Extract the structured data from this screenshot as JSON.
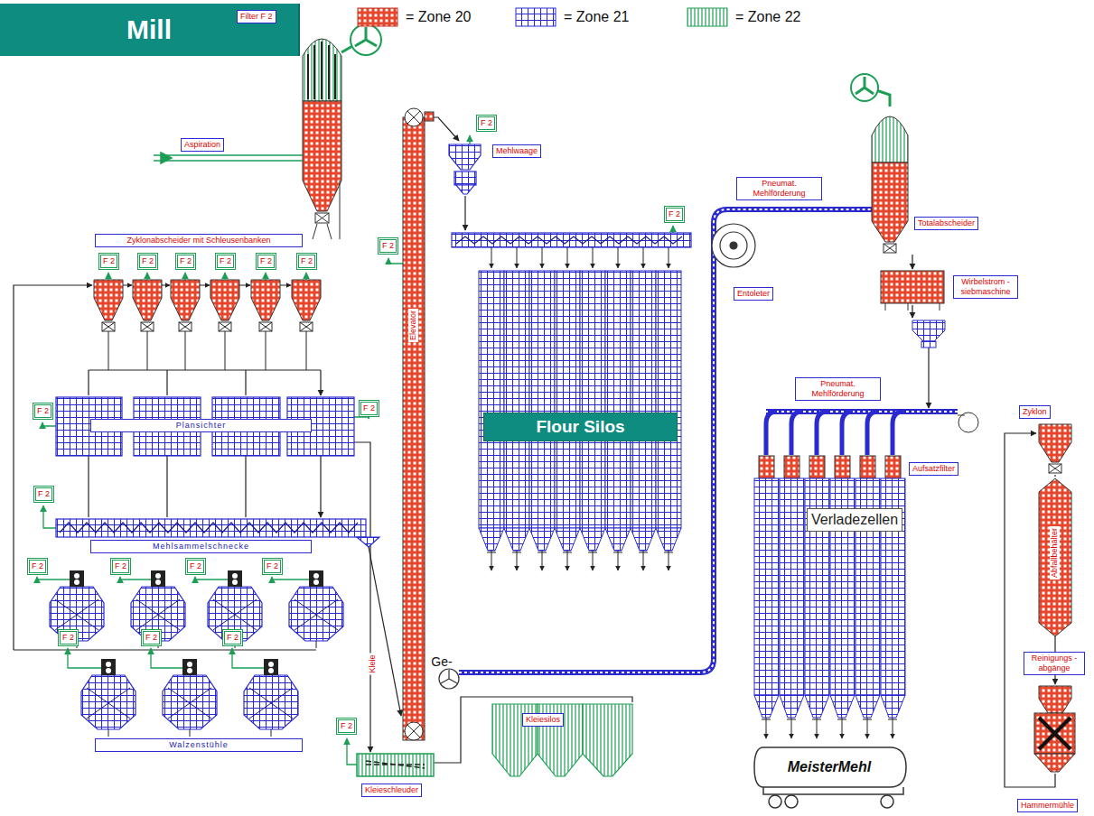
{
  "diagram": {
    "title": "Mill",
    "nodes": [
      {
        "text": [
          "Filter F 2"
        ]
      },
      {
        "text": [
          "Aspiration"
        ]
      },
      {
        "text": [
          "Zyklonabscheider mit Schleusenbanken"
        ]
      },
      {
        "text": [
          "F 2"
        ]
      },
      {
        "text": [
          "F 2"
        ]
      },
      {
        "text": [
          "F 2"
        ]
      },
      {
        "text": [
          "F 2"
        ]
      },
      {
        "text": [
          "F 2"
        ]
      },
      {
        "text": [
          "F 2"
        ]
      },
      {
        "text": [
          "Plansichter"
        ]
      },
      {
        "text": [
          "F 2"
        ]
      },
      {
        "text": [
          "F 2"
        ]
      },
      {
        "text": [
          "F 2"
        ]
      },
      {
        "text": [
          "Mehlsammelschnecke"
        ]
      },
      {
        "text": [
          "F 2"
        ]
      },
      {
        "text": [
          "F 2"
        ]
      },
      {
        "text": [
          "F 2"
        ]
      },
      {
        "text": [
          "F 2"
        ]
      },
      {
        "text": [
          "F 2"
        ]
      },
      {
        "text": [
          "F 2"
        ]
      },
      {
        "text": [
          "F 2"
        ]
      },
      {
        "text": [
          "Walzenstühle"
        ]
      },
      {
        "text": [
          "F 2"
        ]
      },
      {
        "text": [
          "F 2"
        ]
      },
      {
        "text": [
          "Mehlwaage"
        ]
      },
      {
        "text": [
          "F 2"
        ]
      },
      {
        "text": [
          "Flour Silos"
        ]
      },
      {
        "text": [
          "F 2"
        ]
      },
      {
        "text": [
          "Kleieschleuder"
        ]
      },
      {
        "text": [
          "Kleiesilos"
        ]
      },
      {
        "text": [
          "Pneumat. Mehlförderung"
        ]
      },
      {
        "text": [
          "Entoleter"
        ]
      },
      {
        "text": [
          "Totalabscheider"
        ]
      },
      {
        "text": [
          "Wirbelstrom - siebmaschine"
        ]
      },
      {
        "text": [
          "Pneumat. Mehlförderung"
        ]
      },
      {
        "text": [
          "Aufsatzfilter"
        ]
      },
      {
        "text": [
          "Verladezellen"
        ]
      },
      {
        "text": [
          "Zyklon"
        ]
      },
      {
        "text": [
          "Reinigungs - abgänge"
        ]
      },
      {
        "text": [
          "Hammermühle"
        ]
      }
    ],
    "labels": [
      "Elevator",
      "Kleie",
      "Ge-",
      "MeisterMehl",
      "Abfallbehälter"
    ],
    "legend": [
      {
        "text": "= Zone 20"
      },
      {
        "text": "= Zone 21"
      },
      {
        "text": "= Zone 22"
      }
    ]
  }
}
